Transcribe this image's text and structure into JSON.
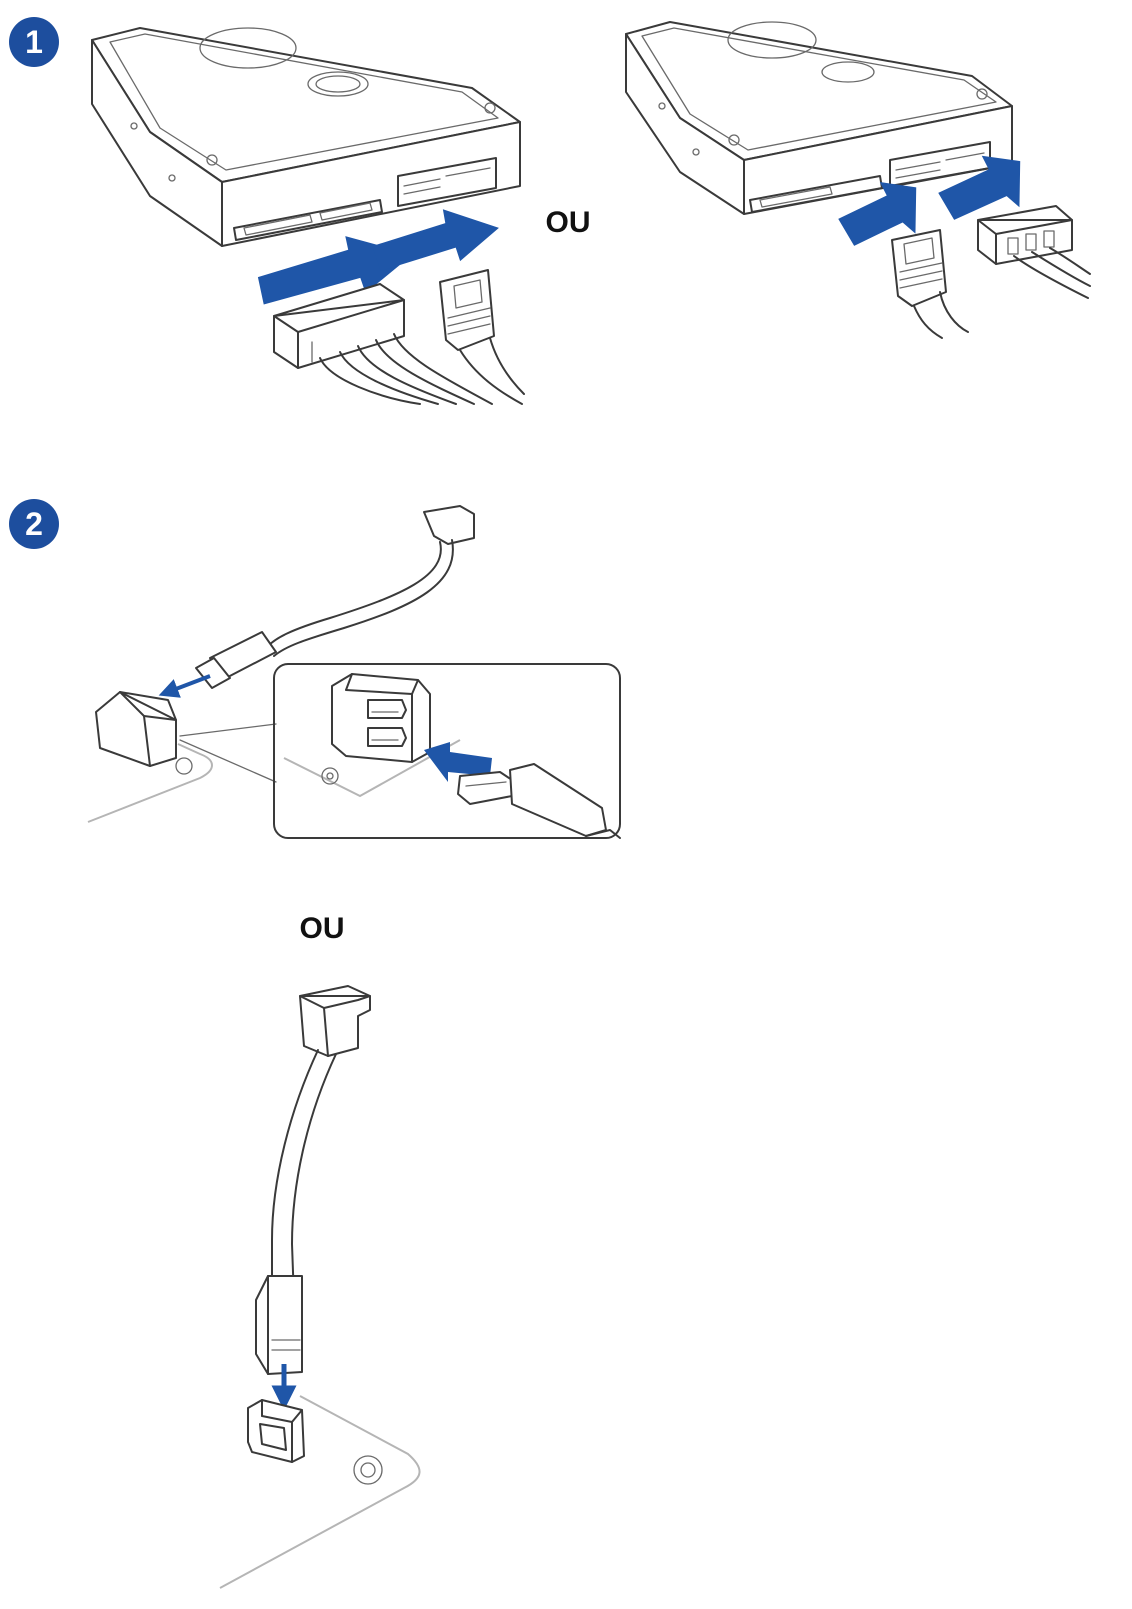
{
  "colors": {
    "badge": "#1d4e9e",
    "arrow": "#1f56a8",
    "outline": "#3a3a3a"
  },
  "steps": [
    {
      "number": "1"
    },
    {
      "number": "2"
    }
  ],
  "alternatives": {
    "step1_or": "OU",
    "step2_or": "OU"
  },
  "icons": {
    "hdd_left": "hard-drive-icon",
    "hdd_right": "hard-drive-icon",
    "sata_power": "sata-power-connector-icon",
    "sata_data": "sata-data-connector-icon",
    "molex": "molex-connector-icon",
    "motherboard_port": "sata-port-icon"
  }
}
